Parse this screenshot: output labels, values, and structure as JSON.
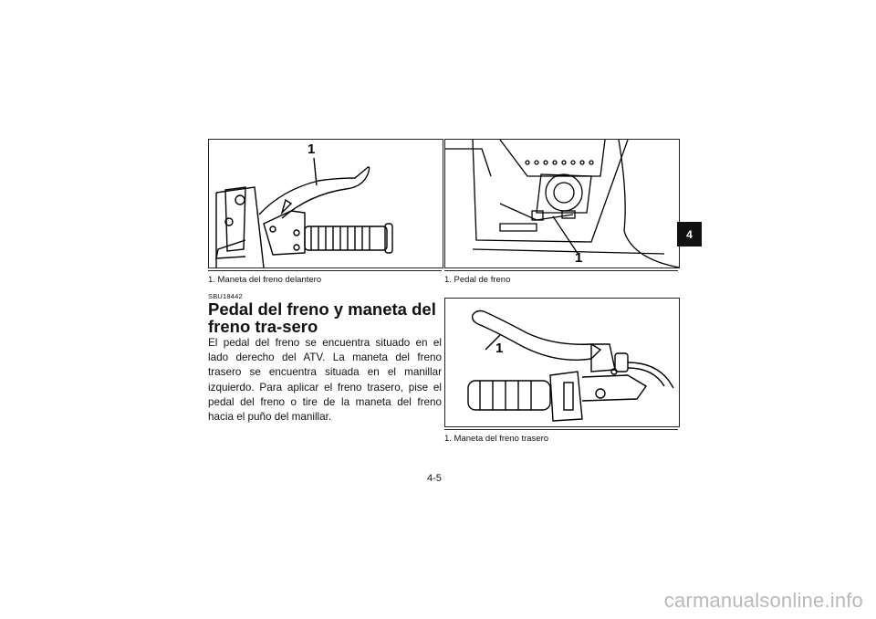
{
  "figures": [
    {
      "callout": "1",
      "caption": "1.  Maneta del freno delantero"
    },
    {
      "callout": "1",
      "caption": "1.  Pedal de freno"
    },
    {
      "callout": "1",
      "caption": "1.  Maneta del freno trasero"
    }
  ],
  "section": {
    "code": "SBU18442",
    "title": "Pedal del freno y maneta del freno tra-sero",
    "body": "El pedal del freno se encuentra situado en el lado derecho del ATV. La maneta del freno trasero se encuentra situada en el manillar izquierdo. Para aplicar el freno trasero, pise el pedal del freno o tire de la maneta del freno hacia el puño del manillar."
  },
  "tab_marker": "4",
  "page_number": "4-5",
  "watermark": "carmanualsonline.info"
}
